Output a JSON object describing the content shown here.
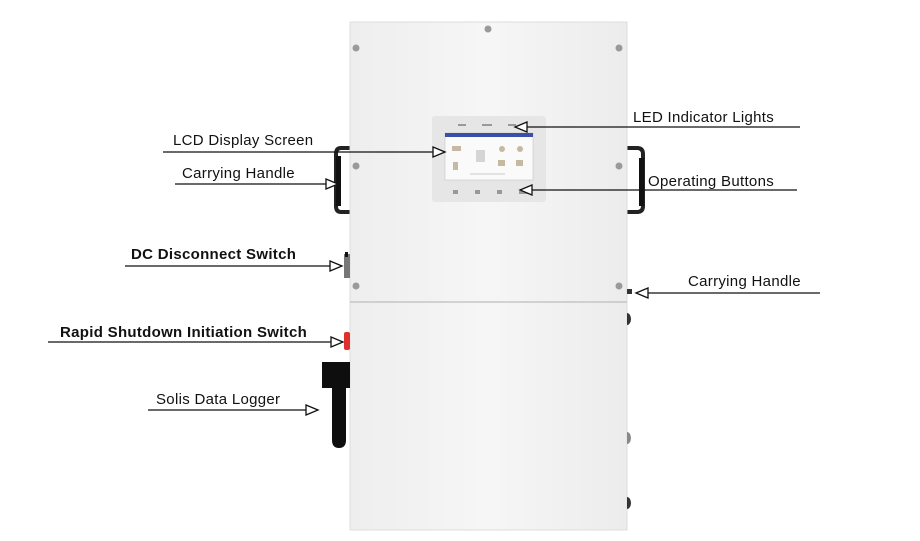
{
  "labels": {
    "led_indicator_lights": "LED Indicator Lights",
    "lcd_display_screen": "LCD Display Screen",
    "carrying_handle_left": "Carrying Handle",
    "operating_buttons": "Operating Buttons",
    "dc_disconnect_switch": "DC Disconnect Switch",
    "carrying_handle_right": "Carrying Handle",
    "rapid_shutdown_switch": "Rapid Shutdown Initiation Switch",
    "solis_data_logger": "Solis Data Logger"
  },
  "colors": {
    "cabinet": "#f3f3f3",
    "shutdown_button": "#e0302c",
    "handle": "#1a1a1a",
    "lcd_header": "#3b4ea8"
  }
}
